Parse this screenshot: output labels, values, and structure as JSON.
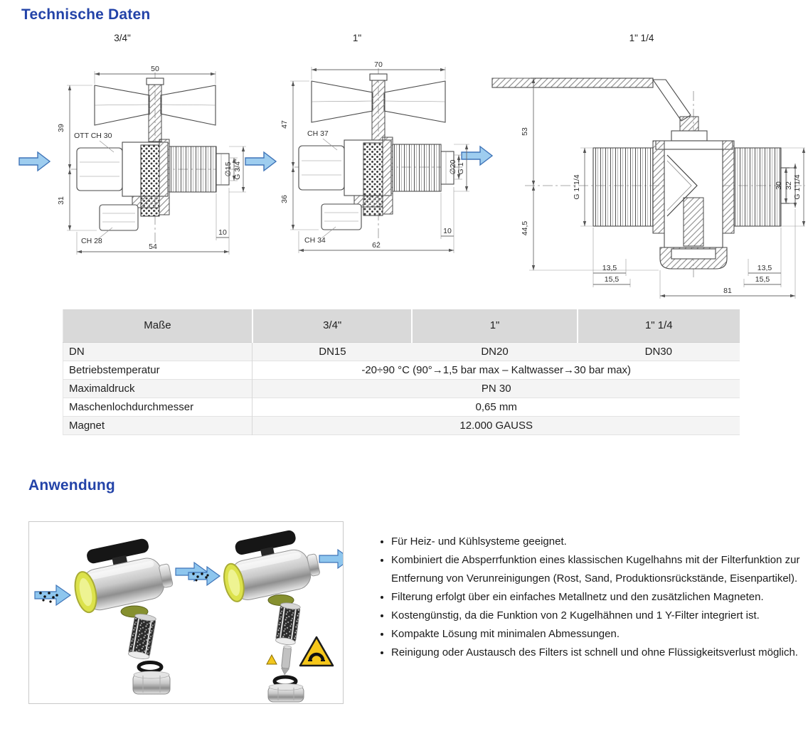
{
  "sections": {
    "technical_title": "Technische Daten",
    "application_title": "Anwendung"
  },
  "colors": {
    "heading_blue": "#2343a8",
    "table_header_bg": "#d9d9d9",
    "table_row_alt_bg": "#f4f4f4",
    "flow_arrow_fill": "#9ecdef",
    "flow_arrow_stroke": "#3f74b8",
    "warning_yellow": "#f6c71a"
  },
  "drawings": [
    {
      "size_label": "3/4\"",
      "dim_top_width": "50",
      "dim_height_upper": "39",
      "dim_height_lower": "31",
      "hex_label": "OTT CH 30",
      "drain_label": "CH 28",
      "dim_bore": "∅15",
      "dim_thread": "G 3/4\"",
      "dim_offset": "10",
      "dim_total_width": "54"
    },
    {
      "size_label": "1\"",
      "dim_top_width": "70",
      "dim_height_upper": "47",
      "dim_height_lower": "36",
      "hex_label": "CH 37",
      "drain_label": "CH 34",
      "dim_bore": "∅20",
      "dim_thread": "G 1\"",
      "dim_offset": "10",
      "dim_total_width": "62"
    },
    {
      "size_label": "1\" 1/4",
      "dim_height_upper": "53",
      "dim_height_lower": "44,5",
      "dim_thread_left": "G 1\"1/4",
      "dim_bore_inner": "30",
      "dim_bore_outer": "32",
      "dim_thread_right": "G 1\"1/4",
      "dim_bottom_left_1": "13,5",
      "dim_bottom_left_2": "15,5",
      "dim_bottom_right_1": "13,5",
      "dim_bottom_right_2": "15,5",
      "dim_total_width": "81"
    }
  ],
  "table": {
    "headers": [
      "Maße",
      "3/4\"",
      "1\"",
      "1\" 1/4"
    ],
    "rows": [
      {
        "label": "DN",
        "v1": "DN15",
        "v2": "DN20",
        "v3": "DN30"
      },
      {
        "label": "Betriebstemperatur",
        "value": "-20÷90 °C (90°→1,5 bar max – Kaltwasser→30 bar max)"
      },
      {
        "label": "Maximaldruck",
        "value": "PN 30"
      },
      {
        "label": "Maschenlochdurchmesser",
        "value": "0,65 mm"
      },
      {
        "label": "Magnet",
        "value": "12.000 GAUSS"
      }
    ]
  },
  "bullets": [
    "Für Heiz- und Kühlsysteme geeignet.",
    "Kombiniert die Absperrfunktion eines klassischen Kugelhahns mit der Filterfunktion zur Entfernung von Verunreinigungen (Rost, Sand, Produktionsrückstände, Eisenpartikel).",
    "Filterung erfolgt über ein einfaches Metallnetz und den zusätzlichen Magneten.",
    "Kostengünstig, da die Funktion von 2 Kugelhähnen und 1 Y-Filter integriert ist.",
    "Kompakte Lösung mit minimalen Abmessungen.",
    "Reinigung oder Austausch des Filters ist schnell und ohne Flüssigkeitsverlust möglich."
  ]
}
